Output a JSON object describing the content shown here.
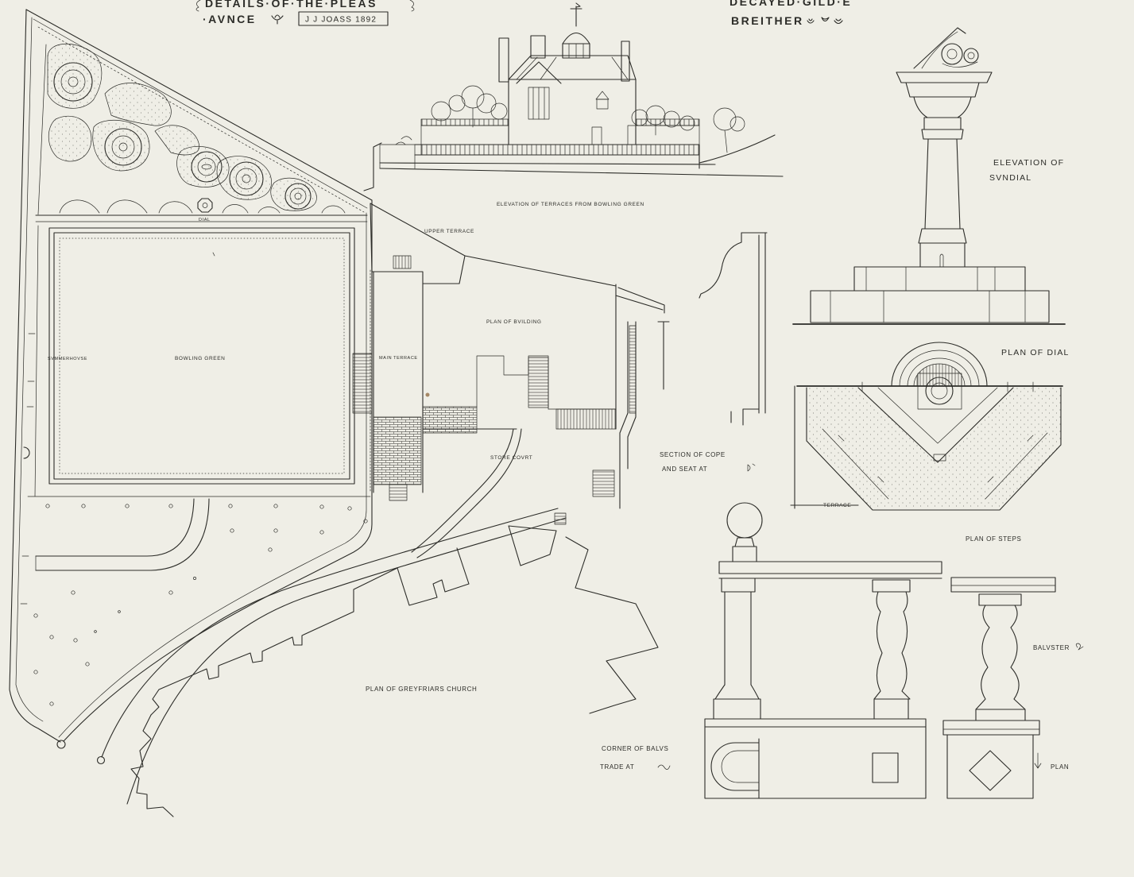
{
  "sheet": {
    "title_line1": "DETAILS·OF·THE·PLEAS",
    "title_line2": "·AVNCE",
    "signature": "J J JOASS 1892",
    "motto_line1": "DECAYED·GILD·E",
    "motto_line2": "BREITHER"
  },
  "site_plan": {
    "dial": "DIAL",
    "upper_terrace": "UPPER TERRACE",
    "summerhouse": "SVMMERHOVSE",
    "bowling_green": "BOWLING GREEN",
    "main_terrace": "MAIN TERRACE",
    "building": "PLAN OF BVILDING",
    "store_court": "STORE COVRT",
    "church": "PLAN OF GREYFRIARS CHURCH"
  },
  "elevation": {
    "label": "ELEVATION OF TERRACES FROM BOWLING GREEN"
  },
  "section": {
    "line1": "SECTION OF COPE",
    "line2": "AND SEAT AT"
  },
  "sundial": {
    "line1": "ELEVATION OF",
    "line2": "SVNDIAL",
    "plan_of_dial": "PLAN OF DIAL",
    "terrace": "TERRACE",
    "plan_of_steps": "PLAN OF STEPS"
  },
  "balustrade": {
    "corner_line1": "CORNER OF BALVS",
    "corner_line2": "TRADE AT",
    "baluster": "BALVSTER",
    "plan": "PLAN"
  },
  "style": {
    "paper": "#efeee6",
    "ink": "#2c2c28"
  },
  "icons": [
    "leaf-ornament",
    "heart-ornament",
    "scroll-ornament"
  ]
}
